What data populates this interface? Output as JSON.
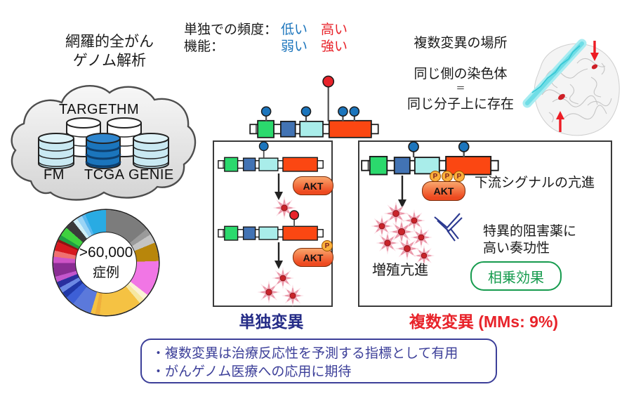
{
  "title": {
    "line1": "網羅的全がん",
    "line2": "ゲノム解析"
  },
  "cloud": {
    "back_labels": [
      "TARGET",
      "HM"
    ],
    "front_labels": [
      "FM",
      "TCGA",
      "GENIE"
    ]
  },
  "chart_data": {
    "type": "donut",
    "title": "",
    "center_label_line1": ">60,000",
    "center_label_line2": "症例",
    "description": "Donut chart of >60,000 cases by cancer type; segments are color-coded only (no labels shown). Values are estimated arc percentages read from the figure, clockwise from 12 o'clock.",
    "legend_position": "none",
    "segments": [
      {
        "color": "#7C7C7C",
        "value": 14
      },
      {
        "color": "#9A9A9A",
        "value": 2
      },
      {
        "color": "#C4C4C4",
        "value": 2.8
      },
      {
        "color": "#B8860B",
        "value": 5.7
      },
      {
        "color": "#F176E5",
        "value": 11
      },
      {
        "color": "#FBF2D5",
        "value": 1.7
      },
      {
        "color": "#F6E8A2",
        "value": 1.7
      },
      {
        "color": "#F5C243",
        "value": 13
      },
      {
        "color": "#EFAE3C",
        "value": 1.4
      },
      {
        "color": "#F5C243",
        "value": 1.4
      },
      {
        "color": "#5B79DB",
        "value": 6
      },
      {
        "color": "#3D5FD6",
        "value": 2.8
      },
      {
        "color": "#2038A8",
        "value": 1.9
      },
      {
        "color": "#6C89E3",
        "value": 1.7
      },
      {
        "color": "#2A2F9E",
        "value": 1.9
      },
      {
        "color": "#C356CC",
        "value": 1.7
      },
      {
        "color": "#8A2D93",
        "value": 4.2
      },
      {
        "color": "#CE53C6",
        "value": 1.9
      },
      {
        "color": "#F07070",
        "value": 1.9
      },
      {
        "color": "#D6191F",
        "value": 2.8
      },
      {
        "color": "#8E1313",
        "value": 0.8
      },
      {
        "color": "#1F9E43",
        "value": 1.4
      },
      {
        "color": "#3FD23F",
        "value": 2.8
      },
      {
        "color": "#3A3A3A",
        "value": 2.8
      },
      {
        "color": "#CFEFF7",
        "value": 1.4
      },
      {
        "color": "#9BD4F5",
        "value": 1.7
      },
      {
        "color": "#59B8EF",
        "value": 1.1
      },
      {
        "color": "#29ABE3",
        "value": 6.5
      }
    ]
  },
  "legend": {
    "frequency_label": "単独での頻度：",
    "frequency_low": "低い",
    "frequency_high": "高い",
    "function_label": "機能：",
    "function_low": "弱い",
    "function_high": "強い"
  },
  "mutation_location": {
    "heading": "複数変異の場所",
    "line1": "同じ側の染色体",
    "equals": "＝",
    "line2": "同じ分子上に存在"
  },
  "single_mutation_panel": {
    "akt_label": "AKT",
    "phospho_label": "P",
    "caption": "単独変異"
  },
  "multiple_mutation_panel": {
    "akt_label": "AKT",
    "phospho_label": "P",
    "downstream_text": "下流シグナルの亢進",
    "inhibitor_text_line1": "特異的阻害薬に",
    "inhibitor_text_line2": "高い奏功性",
    "proliferation_text": "増殖亢進",
    "synergy_text": "相乗効果",
    "caption": "複数変異 (MMs: 9%)"
  },
  "footer_note": {
    "line1": "・複数変異は治療反応性を予測する指標として有用",
    "line2": "・がんゲノム医療への応用に期待"
  },
  "colors": {
    "accent_blue": "#1C75BC",
    "accent_red": "#E8232A",
    "caption_navy": "#252C87",
    "footer_navy": "#3C3F99",
    "synergy_green": "#169B4E",
    "domain_green": "#2BD96D",
    "domain_blue": "#4273B4",
    "domain_cyan": "#A9EDEA",
    "domain_orange": "#FB4712",
    "tcga_blue": "#1B75BC",
    "database_lightblue": "#C9E9F2"
  }
}
